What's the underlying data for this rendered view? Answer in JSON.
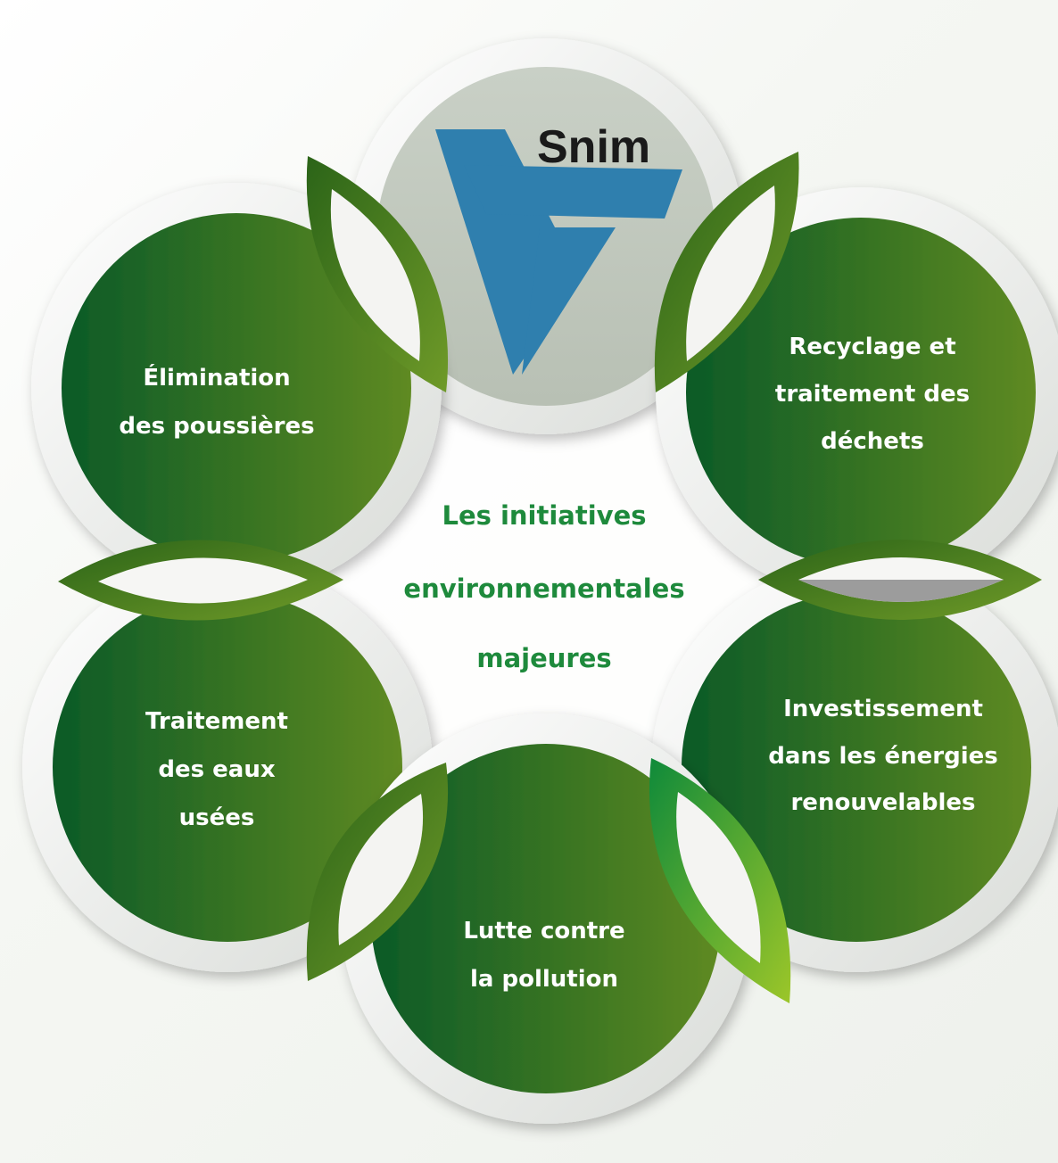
{
  "center": {
    "lines": [
      "Les initiatives",
      "environnementales",
      "majeures"
    ],
    "color": "#1e8a3c"
  },
  "logo": {
    "text": "Snim",
    "mark_color": "#2f7fae"
  },
  "petals": [
    {
      "id": "dust",
      "lines": [
        "Élimination",
        "des poussières"
      ]
    },
    {
      "id": "recycling",
      "lines": [
        "Recyclage et",
        "traitement des",
        "déchets"
      ]
    },
    {
      "id": "renewables",
      "lines": [
        "Investissement",
        "dans les énergies",
        "renouvelables"
      ]
    },
    {
      "id": "pollution",
      "lines": [
        "Lutte contre",
        "la pollution"
      ]
    },
    {
      "id": "wastewater",
      "lines": [
        "Traitement",
        "des eaux",
        "usées"
      ]
    }
  ],
  "colors": {
    "petal_dark": "#0b5a26",
    "petal_light": "#5d8a22",
    "leaf_dark": "#2e6a1a",
    "leaf_light": "#7fb22c",
    "ring": "#ececec"
  }
}
